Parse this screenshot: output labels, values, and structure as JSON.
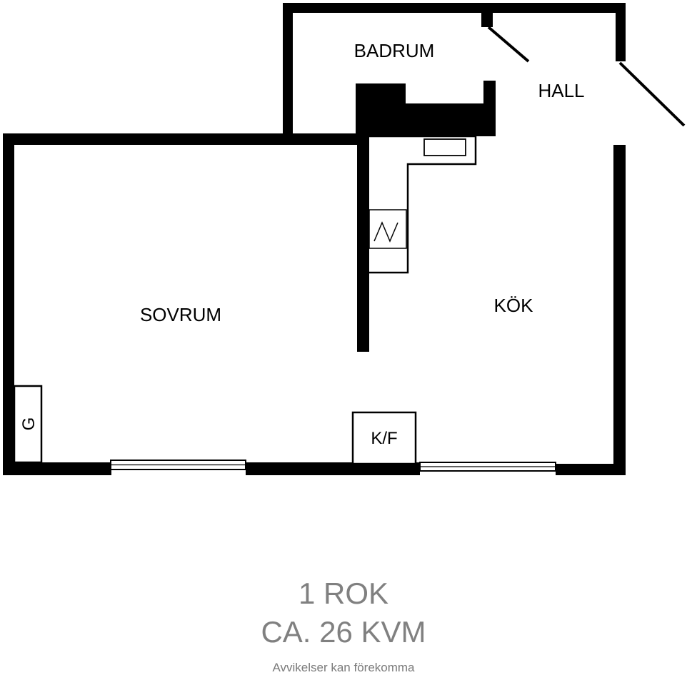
{
  "rooms": {
    "badrum": "BADRUM",
    "hall": "HALL",
    "sovrum": "SOVRUM",
    "kok": "KÖK"
  },
  "fixtures": {
    "wardrobe": "G",
    "fridge_freezer": "K/F"
  },
  "summary": {
    "rooms": "1 ROK",
    "area": "CA. 26 KVM",
    "disclaimer": "Avvikelser kan förekomma"
  },
  "colors": {
    "walls": "#000000",
    "footer_text": "#808080"
  }
}
